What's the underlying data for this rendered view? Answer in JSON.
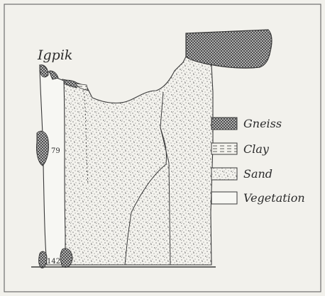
{
  "map": {
    "place_name": "Igpik",
    "elevations": [
      "79",
      "142"
    ]
  },
  "legend": {
    "items": [
      {
        "key": "gneiss",
        "label": "Gneiss"
      },
      {
        "key": "clay",
        "label": "Clay"
      },
      {
        "key": "sand",
        "label": "Sand"
      },
      {
        "key": "vegetation",
        "label": "Vegetation"
      }
    ]
  },
  "colors": {
    "paper": "#f2f1ec",
    "ink": "#3a3a3a",
    "frame": "#6f6f6f"
  }
}
